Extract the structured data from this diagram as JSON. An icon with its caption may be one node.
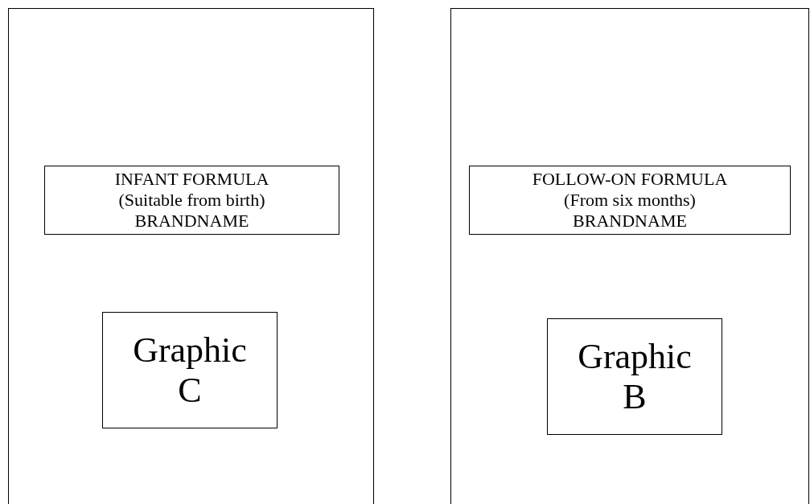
{
  "diagram": {
    "nodes": [
      {
        "text": [],
        "shape": "box"
      },
      {
        "text": [
          "INFANT FORMULA",
          "(Suitable from birth)",
          "BRANDNAME"
        ],
        "in": 0
      },
      {
        "text": [
          "Graphic C"
        ],
        "in": 0
      },
      {
        "text": [],
        "shape": "box"
      },
      {
        "text": [
          "FOLLOW-ON FORMULA",
          "(From six months)",
          "BRANDNAME"
        ],
        "in": 3
      },
      {
        "text": [
          "Graphic B"
        ],
        "in": 3
      }
    ]
  }
}
